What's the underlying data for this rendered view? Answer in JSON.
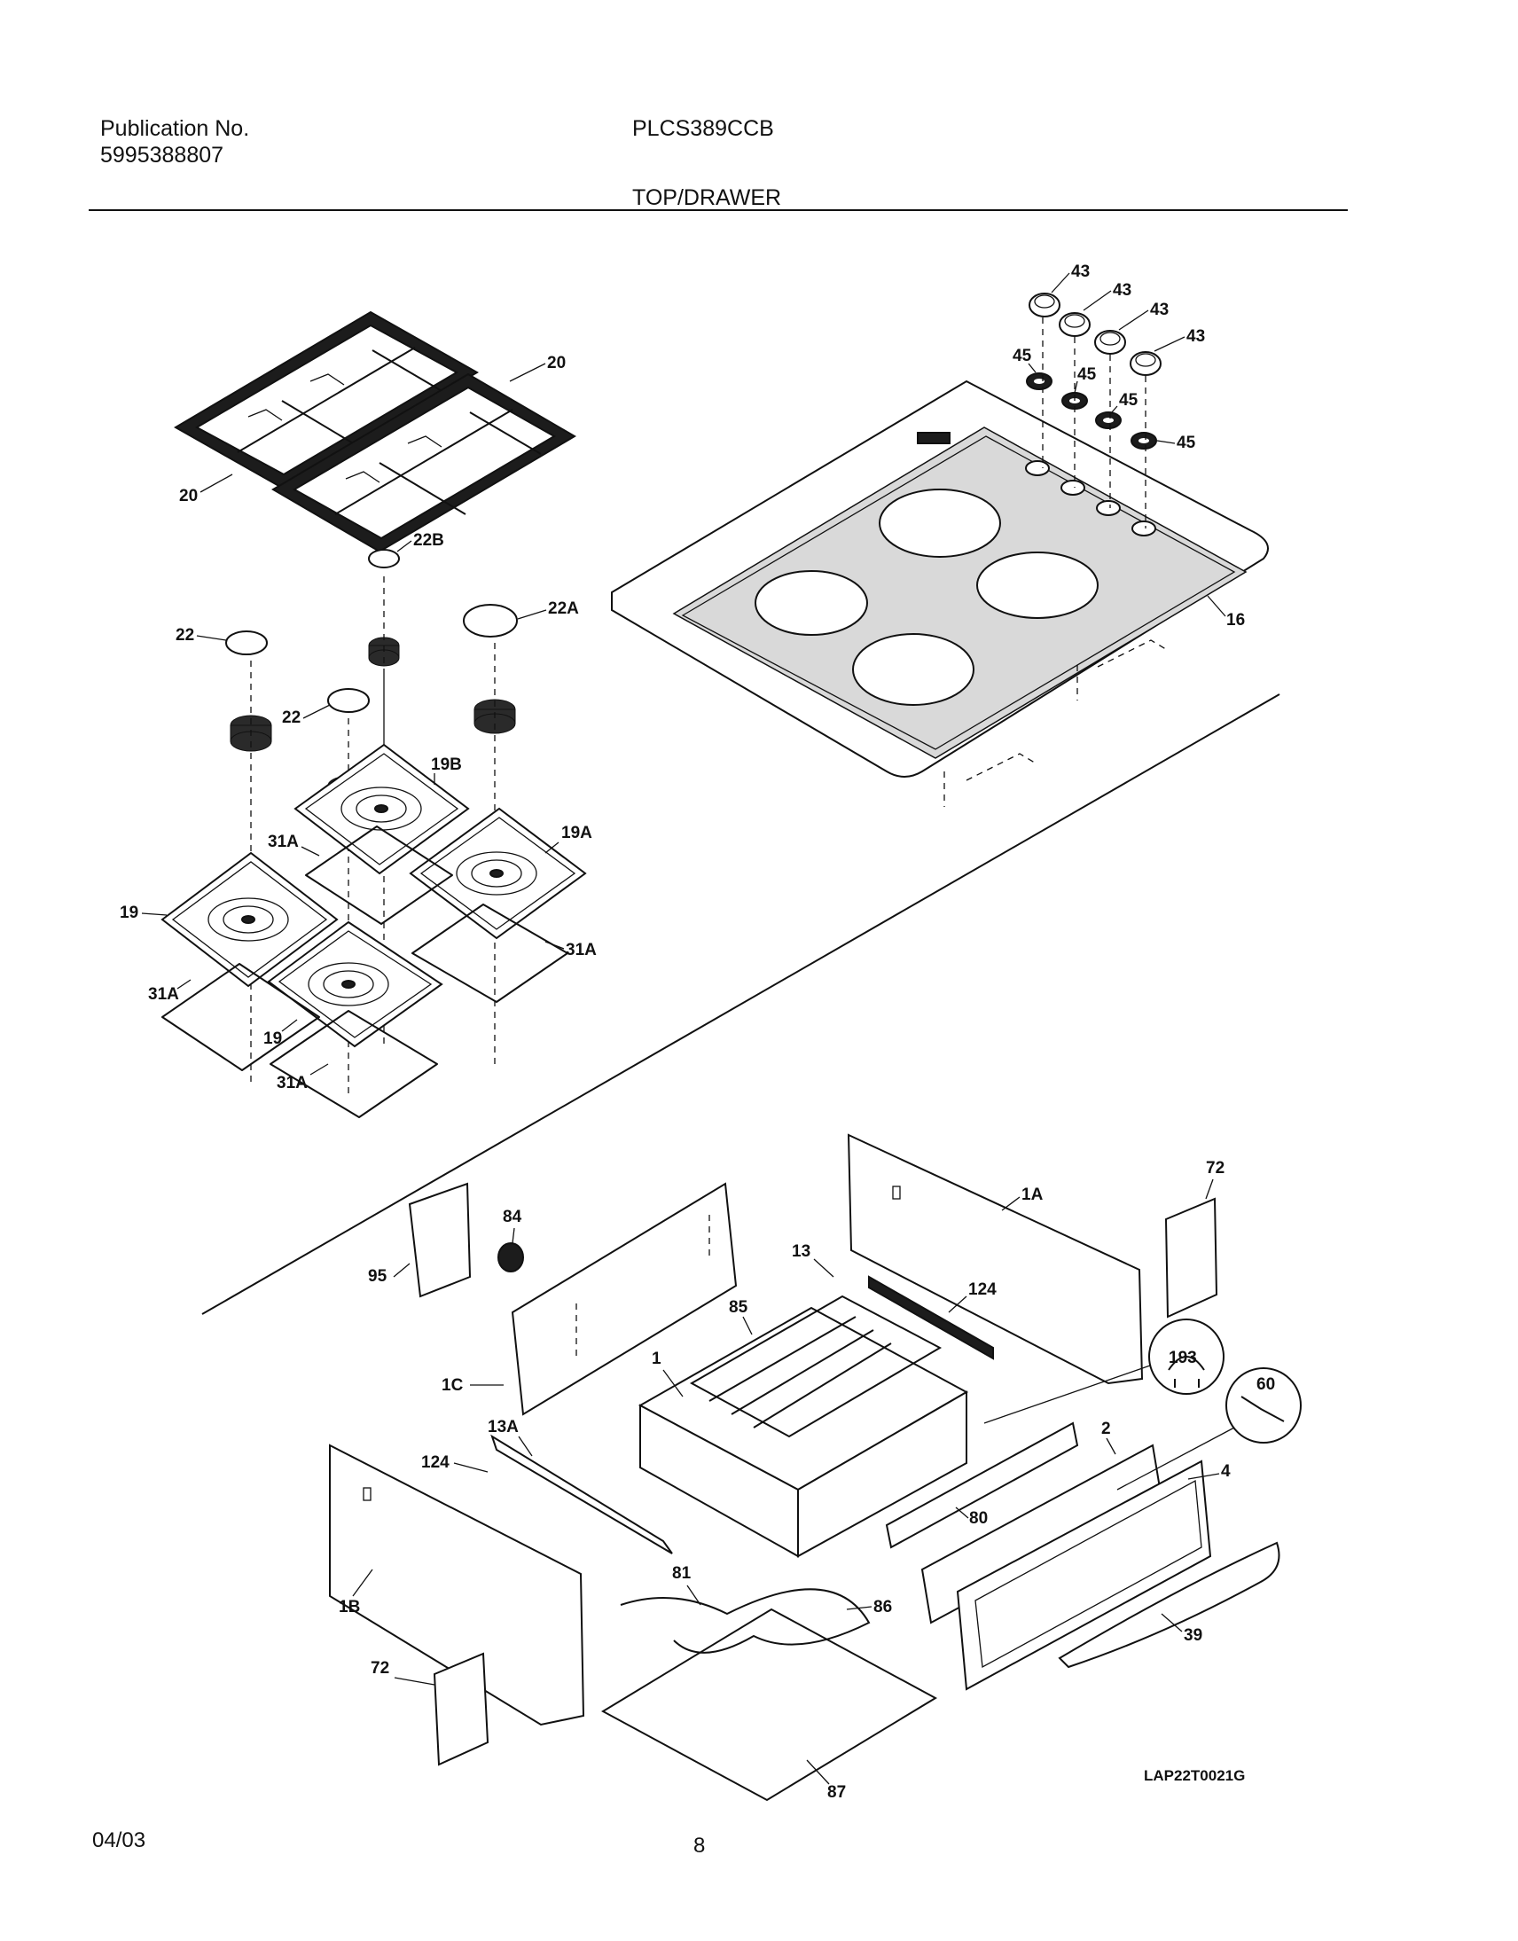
{
  "header": {
    "publication_label": "Publication No.",
    "publication_number": "5995388807",
    "model": "PLCS389CCB",
    "section_title": "TOP/DRAWER"
  },
  "callouts": {
    "c20": "20",
    "c22": "22",
    "c22A": "22A",
    "c22B": "22B",
    "c19": "19",
    "c19A": "19A",
    "c19B": "19B",
    "c31A": "31A",
    "c43": "43",
    "c45": "45",
    "c16": "16",
    "c1": "1",
    "c1A": "1A",
    "c1B": "1B",
    "c1C": "1C",
    "c2": "2",
    "c4": "4",
    "c13": "13",
    "c13A": "13A",
    "c39": "39",
    "c60": "60",
    "c72": "72",
    "c80": "80",
    "c81": "81",
    "c84": "84",
    "c85": "85",
    "c86": "86",
    "c87": "87",
    "c95": "95",
    "c124": "124",
    "c193": "193"
  },
  "drawing_code": "LAP22T0021G",
  "footer": {
    "date": "04/03",
    "page": "8"
  }
}
